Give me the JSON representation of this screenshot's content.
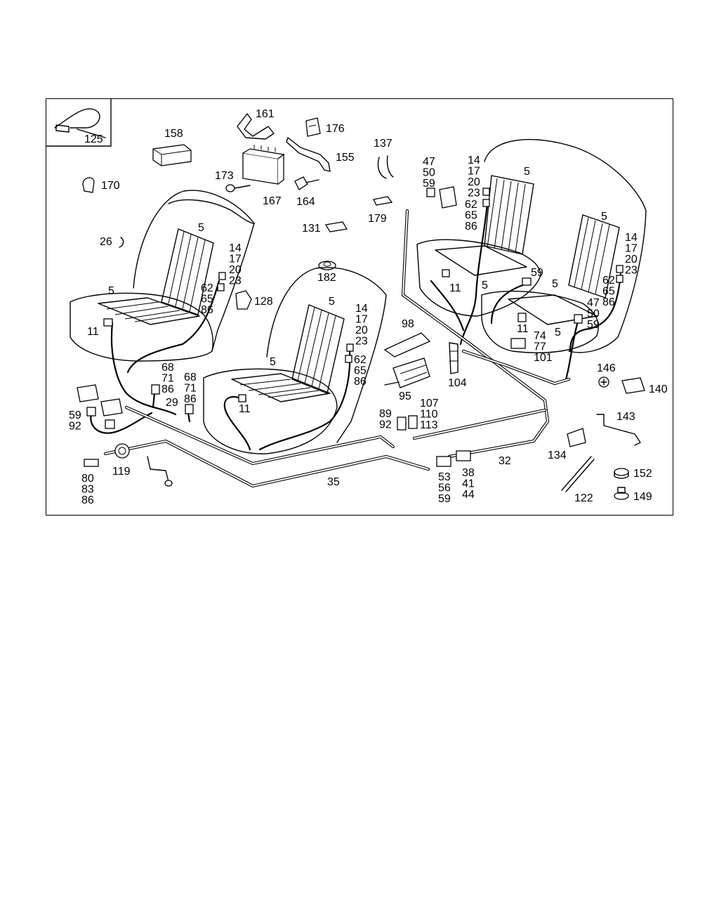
{
  "callouts": [
    {
      "id": "c125",
      "lines": [
        "125"
      ]
    },
    {
      "id": "c158",
      "lines": [
        "158"
      ]
    },
    {
      "id": "c170",
      "lines": [
        "170"
      ]
    },
    {
      "id": "c161",
      "lines": [
        "161"
      ]
    },
    {
      "id": "c176",
      "lines": [
        "176"
      ]
    },
    {
      "id": "c155",
      "lines": [
        "155"
      ]
    },
    {
      "id": "c173",
      "lines": [
        "173"
      ]
    },
    {
      "id": "c167",
      "lines": [
        "167"
      ]
    },
    {
      "id": "c164",
      "lines": [
        "164"
      ]
    },
    {
      "id": "c137",
      "lines": [
        "137"
      ]
    },
    {
      "id": "c179",
      "lines": [
        "179"
      ]
    },
    {
      "id": "c131",
      "lines": [
        "131"
      ]
    },
    {
      "id": "c182",
      "lines": [
        "182"
      ]
    },
    {
      "id": "c26",
      "lines": [
        "26"
      ]
    },
    {
      "id": "c5a",
      "lines": [
        "5"
      ]
    },
    {
      "id": "c5b",
      "lines": [
        "5"
      ]
    },
    {
      "id": "c5c",
      "lines": [
        "5"
      ]
    },
    {
      "id": "c5d",
      "lines": [
        "5"
      ]
    },
    {
      "id": "c5e",
      "lines": [
        "5"
      ]
    },
    {
      "id": "c5f",
      "lines": [
        "5"
      ]
    },
    {
      "id": "c5g",
      "lines": [
        "5"
      ]
    },
    {
      "id": "c5h",
      "lines": [
        "5"
      ]
    },
    {
      "id": "c5i",
      "lines": [
        "5"
      ]
    },
    {
      "id": "c14a",
      "lines": [
        "14",
        "17",
        "20",
        "23"
      ]
    },
    {
      "id": "c62a",
      "lines": [
        "62",
        "65",
        "86"
      ]
    },
    {
      "id": "c128",
      "lines": [
        "128"
      ]
    },
    {
      "id": "c11a",
      "lines": [
        "11"
      ]
    },
    {
      "id": "c14b",
      "lines": [
        "14",
        "17",
        "20",
        "23"
      ]
    },
    {
      "id": "c62b",
      "lines": [
        "62",
        "65",
        "86"
      ]
    },
    {
      "id": "c11b",
      "lines": [
        "11"
      ]
    },
    {
      "id": "c68a",
      "lines": [
        "68",
        "71",
        "86"
      ]
    },
    {
      "id": "c68b",
      "lines": [
        "68",
        "71",
        "86"
      ]
    },
    {
      "id": "c29",
      "lines": [
        "29"
      ]
    },
    {
      "id": "c59a",
      "lines": [
        "59",
        "92"
      ]
    },
    {
      "id": "c119",
      "lines": [
        "119"
      ]
    },
    {
      "id": "c80",
      "lines": [
        "80",
        "83",
        "86"
      ]
    },
    {
      "id": "c35",
      "lines": [
        "35"
      ]
    },
    {
      "id": "c98",
      "lines": [
        "98"
      ]
    },
    {
      "id": "c95",
      "lines": [
        "95"
      ]
    },
    {
      "id": "c104",
      "lines": [
        "104"
      ]
    },
    {
      "id": "c89",
      "lines": [
        "89",
        "92"
      ]
    },
    {
      "id": "c107",
      "lines": [
        "107",
        "110",
        "113"
      ]
    },
    {
      "id": "c53",
      "lines": [
        "53",
        "56",
        "59"
      ]
    },
    {
      "id": "c38",
      "lines": [
        "38",
        "41",
        "44"
      ]
    },
    {
      "id": "c32",
      "lines": [
        "32"
      ]
    },
    {
      "id": "c47a",
      "lines": [
        "47",
        "50",
        "59"
      ]
    },
    {
      "id": "c14c",
      "lines": [
        "14",
        "17",
        "20",
        "23"
      ]
    },
    {
      "id": "c62c",
      "lines": [
        "62",
        "65",
        "86"
      ]
    },
    {
      "id": "c59b",
      "lines": [
        "59"
      ]
    },
    {
      "id": "c11c",
      "lines": [
        "11"
      ]
    },
    {
      "id": "c11d",
      "lines": [
        "11"
      ]
    },
    {
      "id": "c74",
      "lines": [
        "74",
        "77",
        "101"
      ]
    },
    {
      "id": "c14d",
      "lines": [
        "14",
        "17",
        "20",
        "23"
      ]
    },
    {
      "id": "c62d",
      "lines": [
        "62",
        "65",
        "86"
      ]
    },
    {
      "id": "c47b",
      "lines": [
        "47",
        "50",
        "59"
      ]
    },
    {
      "id": "c146",
      "lines": [
        "146"
      ]
    },
    {
      "id": "c140",
      "lines": [
        "140"
      ]
    },
    {
      "id": "c143",
      "lines": [
        "143"
      ]
    },
    {
      "id": "c134",
      "lines": [
        "134"
      ]
    },
    {
      "id": "c152",
      "lines": [
        "152"
      ]
    },
    {
      "id": "c149",
      "lines": [
        "149"
      ]
    },
    {
      "id": "c122",
      "lines": [
        "122"
      ]
    }
  ]
}
